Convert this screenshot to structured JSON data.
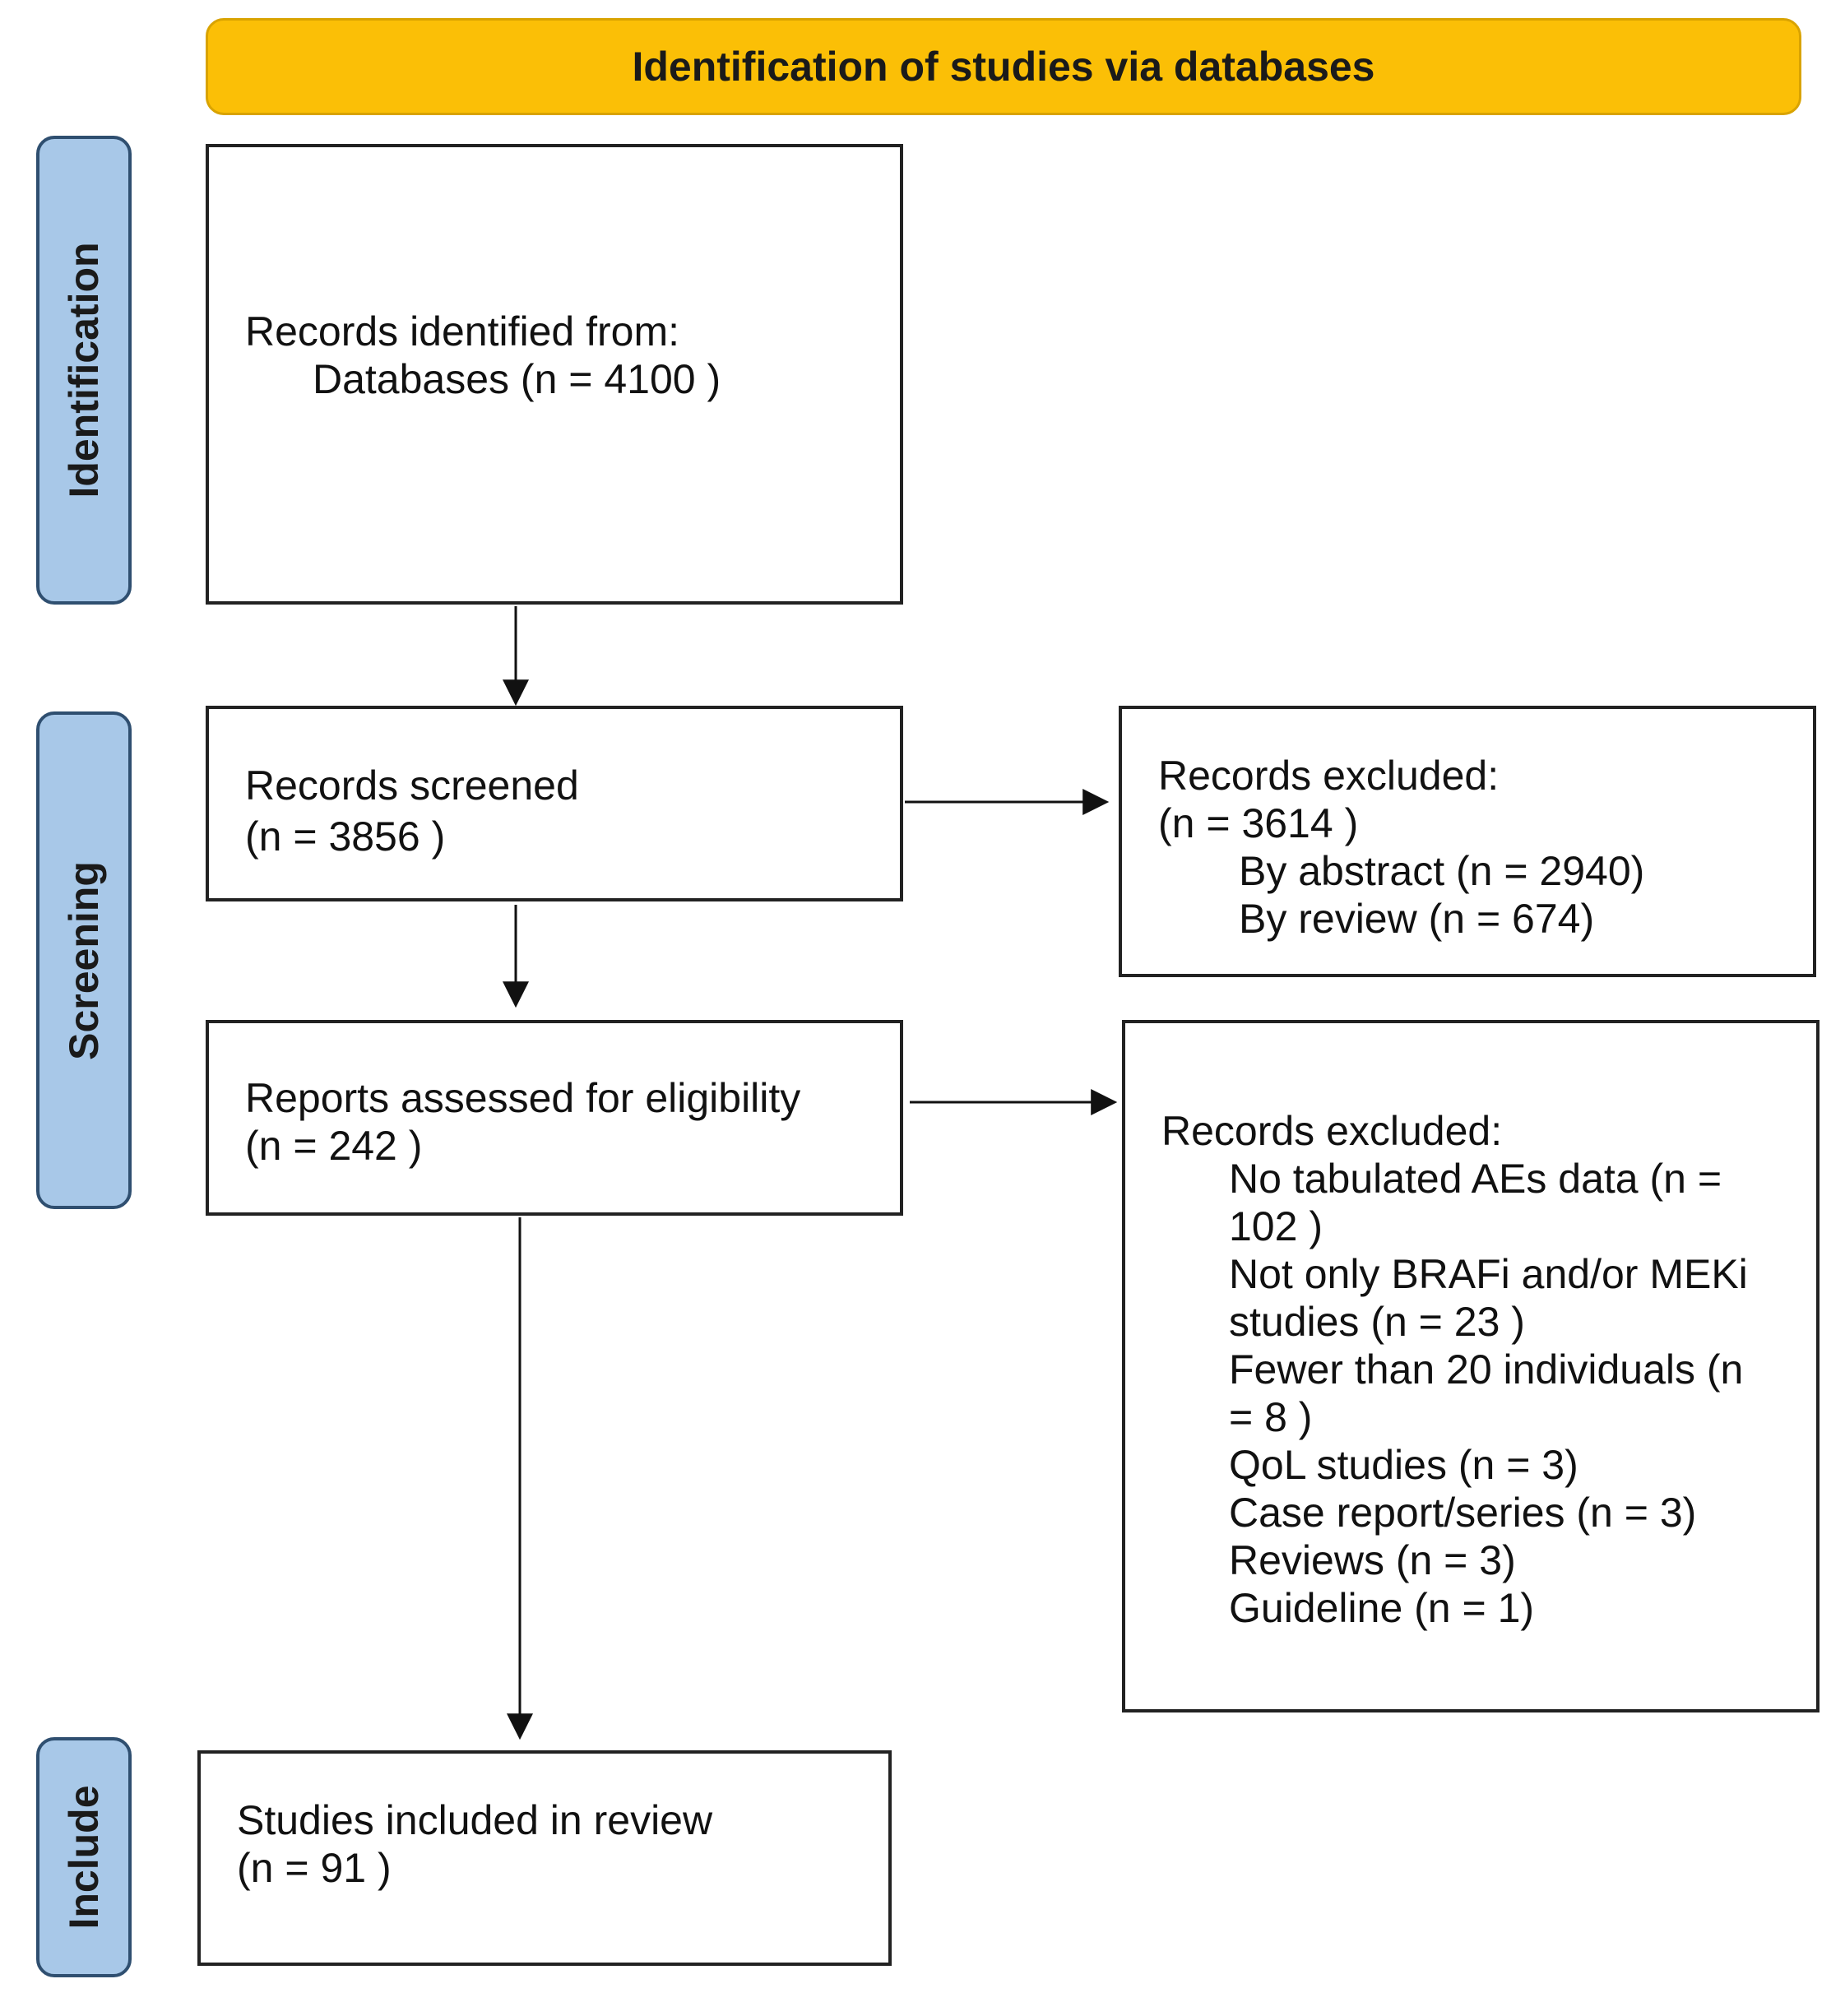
{
  "header": {
    "title": "Identification of studies via databases"
  },
  "phases": {
    "identification": "Identification",
    "screening": "Screening",
    "include": "Include"
  },
  "identified": {
    "line1": "Records identified from:",
    "line2": "Databases (n = 4100 )"
  },
  "screened": {
    "line1": "Records screened",
    "line2": "(n = 3856 )"
  },
  "excluded_screening": {
    "line1": "Records excluded:",
    "line2": "(n = 3614 )",
    "line3": "By abstract (n = 2940)",
    "line4": "By review (n = 674)"
  },
  "assessed": {
    "line1": "Reports assessed for eligibility",
    "line2": "(n = 242 )"
  },
  "excluded_eligibility": {
    "title": "Records excluded:",
    "lines": [
      "No tabulated AEs data (n =",
      "102 )",
      "Not only BRAFi and/or MEKi",
      "studies (n = 23 )",
      "Fewer than 20 individuals (n",
      "= 8 )",
      "QoL studies (n = 3)",
      "Case report/series (n = 3)",
      "Reviews (n = 3)",
      "Guideline (n = 1)"
    ]
  },
  "included": {
    "line1": "Studies included in review",
    "line2": "(n = 91 )"
  },
  "colors": {
    "header": "#FBBF06",
    "phase": "#A8C8E8",
    "phase_border": "#2F4F70",
    "box_border": "#222222"
  }
}
